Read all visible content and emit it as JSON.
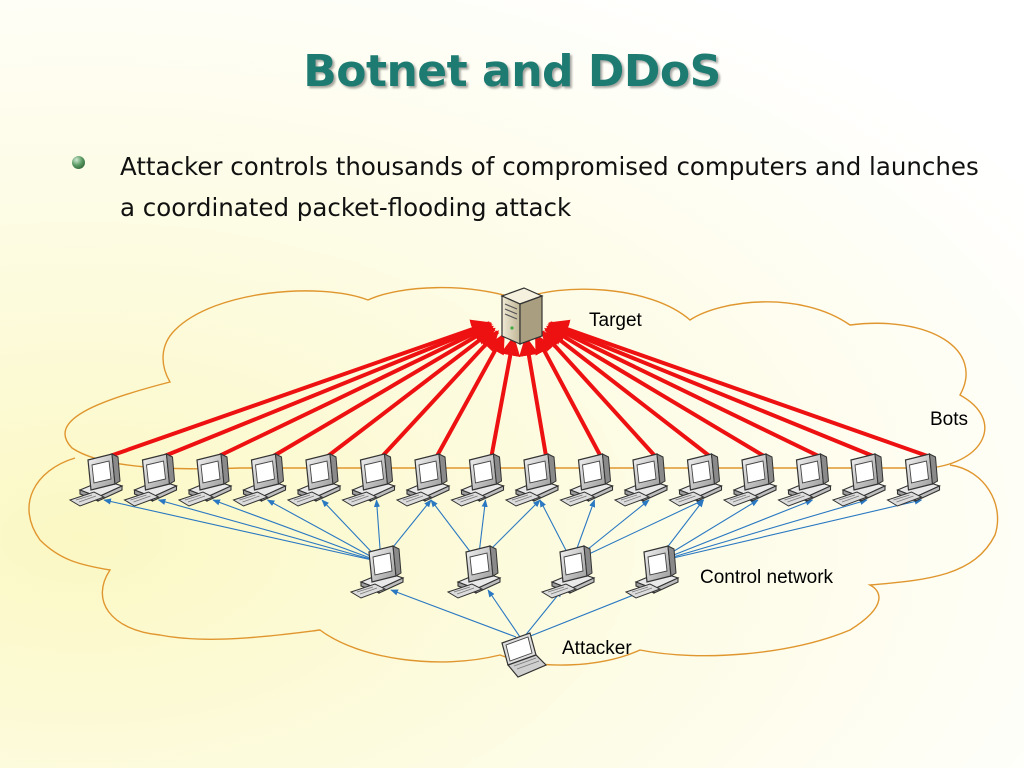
{
  "slide": {
    "title": "Botnet and DDoS",
    "bullet": "Attacker controls thousands of compromised computers and launches a coordinated packet-flooding attack"
  },
  "diagram": {
    "labels": {
      "target": "Target",
      "bots": "Bots",
      "control_network": "Control network",
      "attacker": "Attacker"
    },
    "bot_count": 16,
    "controller_count": 4,
    "colors": {
      "attack_arrow": "#ee1111",
      "control_arrow": "#2a78c2",
      "cloud_outline": "#e0962e"
    },
    "icons": [
      "server-icon",
      "desktop-computer-icon",
      "laptop-icon"
    ]
  }
}
